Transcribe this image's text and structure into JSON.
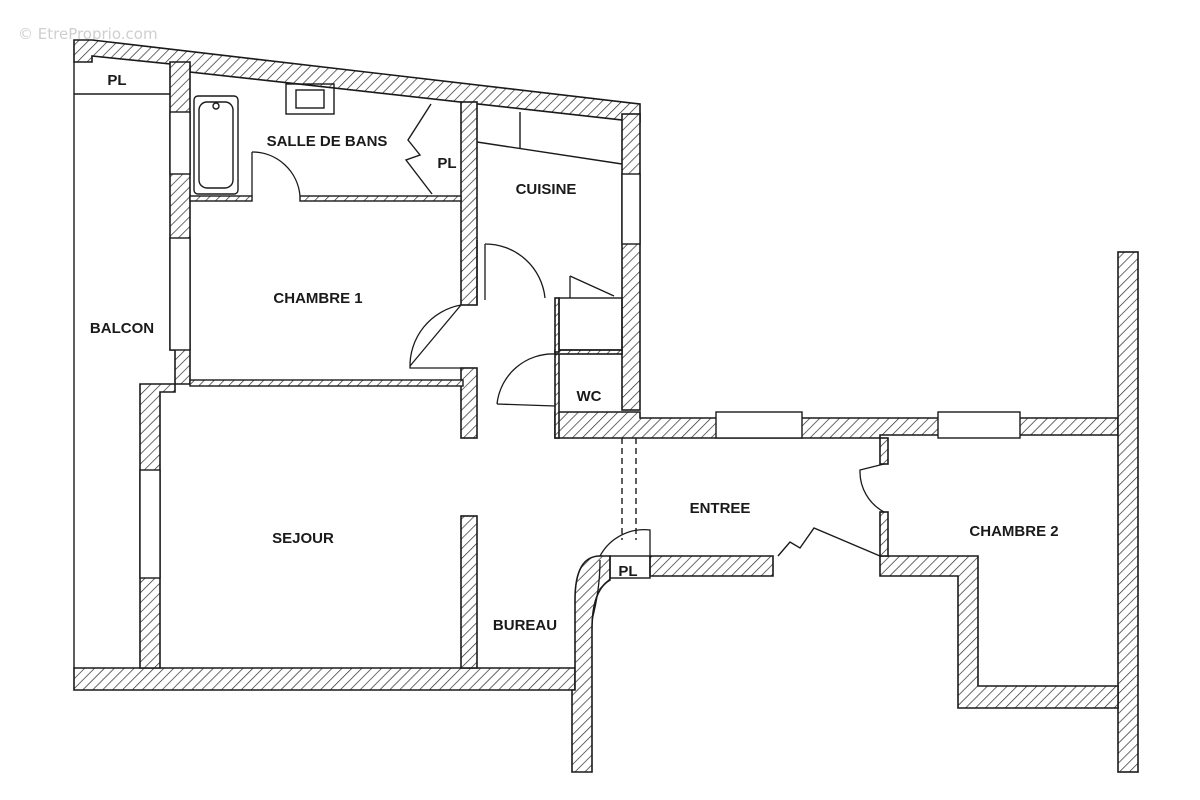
{
  "watermark": "© EtreProprio.com",
  "colors": {
    "wall_fill": "#ffffff",
    "wall_hatch": "#2b2b2b",
    "line": "#1a1a1a",
    "watermark": "#cfcfcf"
  },
  "rooms": {
    "placard_top_left": "PL",
    "salle_de_bains": "SALLE DE BANS",
    "placard_salle_de_bains": "PL",
    "cuisine": "CUISINE",
    "chambre_1": "CHAMBRE 1",
    "balcon": "BALCON",
    "wc": "WC",
    "entree": "ENTREE",
    "chambre_2": "CHAMBRE 2",
    "sejour": "SEJOUR",
    "placard_entree": "PL",
    "bureau": "BUREAU"
  }
}
